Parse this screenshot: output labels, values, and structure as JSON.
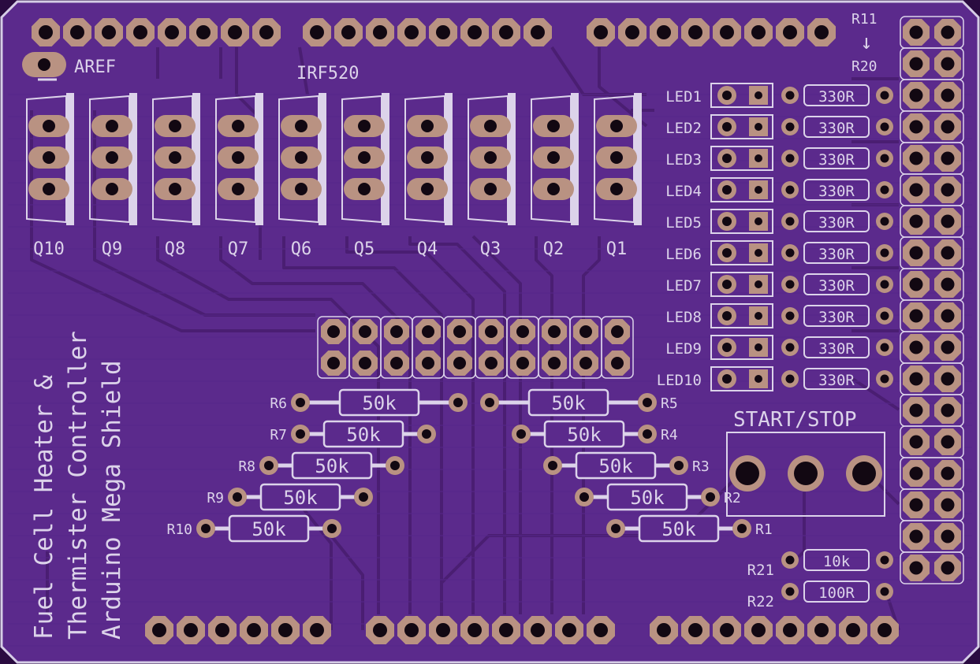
{
  "board": {
    "title_lines": [
      "Fuel Cell Heater &",
      "Thermister Controller",
      "Arduino Mega Shield"
    ],
    "aref_label": "AREF",
    "mosfet_part": "IRF520",
    "colors": {
      "substrate": "#5b2a8c",
      "copper_trace": "#4a1e72",
      "pad": "#b99282",
      "drill": "#120812",
      "silk": "#dcd3ea"
    }
  },
  "transistors": [
    "Q10",
    "Q9",
    "Q8",
    "Q7",
    "Q6",
    "Q5",
    "Q4",
    "Q3",
    "Q2",
    "Q1"
  ],
  "leds": [
    {
      "label": "LED1",
      "resistor": "330R"
    },
    {
      "label": "LED2",
      "resistor": "330R"
    },
    {
      "label": "LED3",
      "resistor": "330R"
    },
    {
      "label": "LED4",
      "resistor": "330R"
    },
    {
      "label": "LED5",
      "resistor": "330R"
    },
    {
      "label": "LED6",
      "resistor": "330R"
    },
    {
      "label": "LED7",
      "resistor": "330R"
    },
    {
      "label": "LED8",
      "resistor": "330R"
    },
    {
      "label": "LED9",
      "resistor": "330R"
    },
    {
      "label": "LED10",
      "resistor": "330R"
    }
  ],
  "resistor_range": {
    "from": "R11",
    "arrow": "↓",
    "to": "R20"
  },
  "left_resistors": [
    {
      "label": "R6",
      "value": "50k"
    },
    {
      "label": "R7",
      "value": "50k"
    },
    {
      "label": "R8",
      "value": "50k"
    },
    {
      "label": "R9",
      "value": "50k"
    },
    {
      "label": "R10",
      "value": "50k"
    }
  ],
  "right_resistors": [
    {
      "label": "R5",
      "value": "50k"
    },
    {
      "label": "R4",
      "value": "50k"
    },
    {
      "label": "R3",
      "value": "50k"
    },
    {
      "label": "R2",
      "value": "50k"
    },
    {
      "label": "R1",
      "value": "50k"
    }
  ],
  "button_label": "START/STOP",
  "extra_resistors": [
    {
      "label": "R21",
      "value": "10k"
    },
    {
      "label": "R22",
      "value": "100R"
    }
  ]
}
